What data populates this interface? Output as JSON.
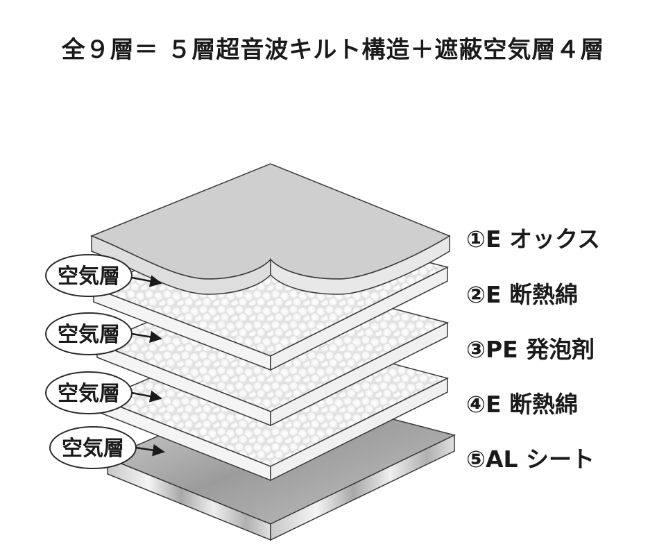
{
  "title": "全９層＝ ５層超音波キルト構造＋遮蔽空気層４層",
  "layers": [
    {
      "label": "①E オックス"
    },
    {
      "label": "②E 断熱綿"
    },
    {
      "label": "③PE 発泡剤"
    },
    {
      "label": "④E 断熱綿"
    },
    {
      "label": "⑤AL シート"
    }
  ],
  "air_layers": [
    {
      "label": "空気層"
    },
    {
      "label": "空気層"
    },
    {
      "label": "空気層"
    },
    {
      "label": "空気層"
    }
  ],
  "colors": {
    "top_face": "#c9c9c9",
    "side_face": "#d9d9d9",
    "front_face": "#f2f2f2",
    "outline": "#3a3a3a",
    "foam": "#ffffff",
    "aluminum_light": "#e6e6e6",
    "aluminum_dark": "#9a9a9a"
  }
}
